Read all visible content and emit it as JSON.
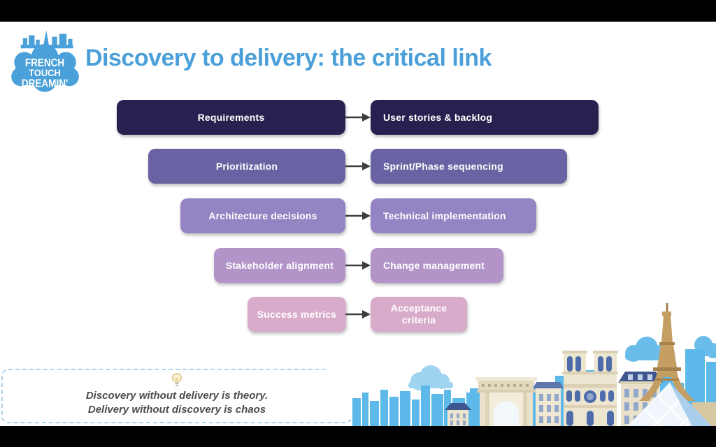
{
  "logo": {
    "lines": [
      "FRENCH",
      "TOUCH",
      "DREAMIN'"
    ]
  },
  "header": {
    "title": "Discovery to delivery: the critical link"
  },
  "flow": {
    "rows": [
      {
        "left": "Requirements",
        "right": "User stories & backlog"
      },
      {
        "left": "Prioritization",
        "right": "Sprint/Phase sequencing"
      },
      {
        "left": "Architecture decisions",
        "right": "Technical implementation"
      },
      {
        "left": "Stakeholder alignment",
        "right": "Change management"
      },
      {
        "left": "Success metrics",
        "right": "Acceptance criteria"
      }
    ]
  },
  "quote": {
    "icon": "lightbulb-icon",
    "line1": "Discovery without delivery is theory.",
    "line2": "Delivery without discovery is chaos"
  },
  "icons": {
    "arrow": "arrow-right-icon",
    "logo": "french-touch-dreamin-logo",
    "skyline": "paris-skyline-illustration"
  },
  "colors": {
    "title_blue": "#4BA0DA",
    "row_pairs": [
      "#292050",
      "#6A63A3",
      "#9484C3",
      "#B294C9",
      "#D9ABCA"
    ],
    "arrow": "#3D3D3D",
    "quote_border": "#A9D3F0",
    "quote_text": "#4C4C4C",
    "skyline_blue": "#5CB9E9",
    "cloud_blue": "#9FD4F1",
    "cream": "#ECE5CF",
    "roof_navy": "#3F558D",
    "window_blue": "#4E6CAC",
    "eiffel_tan": "#C49E62"
  }
}
